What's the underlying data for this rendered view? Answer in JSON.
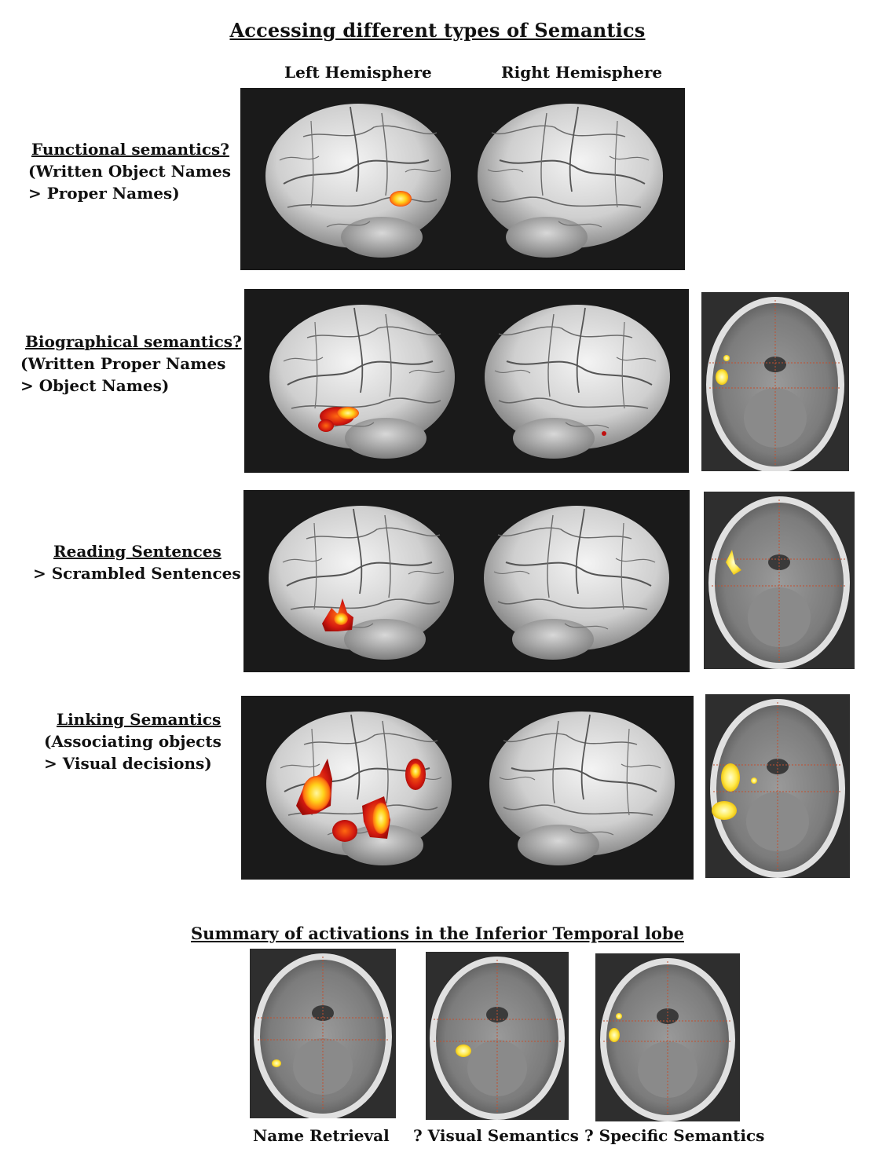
{
  "title": "Accessing different types of Semantics",
  "hemispheres": {
    "left": "Left Hemisphere",
    "right": "Right Hemisphere"
  },
  "rows": [
    {
      "heading": "Functional semantics?",
      "lines": [
        "(Written Object Names",
        "> Proper Names)"
      ]
    },
    {
      "heading": "Biographical  semantics?",
      "lines": [
        "(Written Proper Names",
        ">  Object Names)"
      ]
    },
    {
      "heading": "Reading Sentences",
      "lines": [
        ">  Scrambled Sentences"
      ]
    },
    {
      "heading": "Linking Semantics",
      "lines": [
        "(Associating objects",
        "> Visual decisions)"
      ]
    }
  ],
  "summary": {
    "title": "Summary of activations in the Inferior Temporal lobe",
    "captions": [
      "Name Retrieval",
      "? Visual Semantics",
      "? Specific Semantics"
    ]
  },
  "colors": {
    "activation_hot": "#ffe033",
    "activation_warm": "#ff8c1a",
    "activation_red": "#d41a10",
    "panel_bg": "#1a1a1a"
  }
}
